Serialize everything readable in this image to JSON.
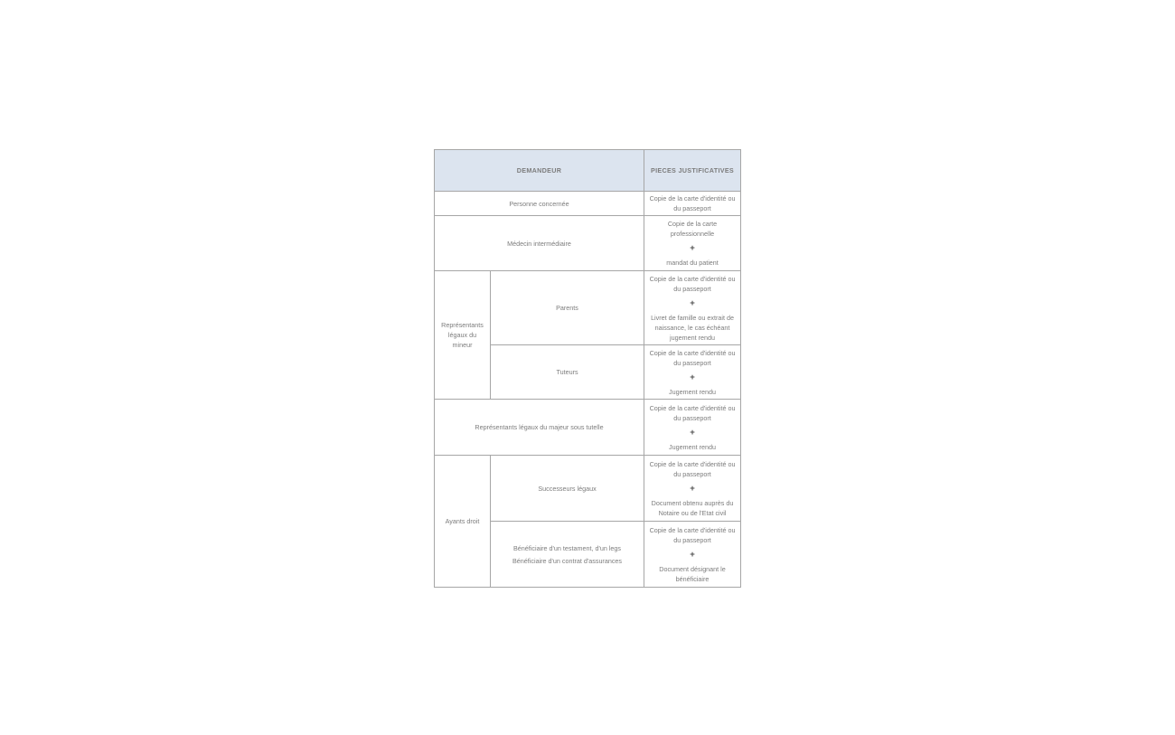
{
  "table": {
    "headers": {
      "demandeur": "DEMANDEUR",
      "pieces_justificatives": "PIECES JUSTIFICATIVES"
    },
    "colors": {
      "header_fill": "#dce4ef",
      "border": "#a6a6a6",
      "text": "#7c7c7c",
      "header_text": "#3f3f44"
    },
    "rows": [
      {
        "group": null,
        "applicant": "Personne concernée",
        "documents": [
          "Copie de la carte d'identité ou du passeport"
        ]
      },
      {
        "group": null,
        "applicant": "Médecin intermédiaire",
        "documents": [
          "Copie de la carte professionnelle",
          "+",
          "mandat du patient"
        ]
      },
      {
        "group": "Représentants légaux du mineur",
        "applicant": "Parents",
        "documents": [
          "Copie de la carte d'identité ou du passeport",
          "+",
          "Livret de famille ou extrait de naissance, le cas échéant jugement rendu"
        ]
      },
      {
        "group": "Représentants légaux du mineur",
        "applicant": "Tuteurs",
        "documents": [
          "Copie de la carte d'identité ou du passeport",
          "+",
          "Jugement rendu"
        ]
      },
      {
        "group": null,
        "applicant": "Représentants légaux du majeur sous tutelle",
        "documents": [
          "Copie de la carte d'identité ou du passeport",
          "+",
          "Jugement rendu"
        ]
      },
      {
        "group": "Ayants droit",
        "applicant": "Successeurs légaux",
        "documents": [
          "Copie de la carte d'identité ou du passeport",
          "+",
          "Document obtenu auprès du Notaire ou de l'Etat civil"
        ]
      },
      {
        "group": "Ayants droit",
        "applicant_lines": [
          "Bénéficiaire d'un testament, d'un legs",
          "Bénéficiaire d'un contrat d'assurances"
        ],
        "documents": [
          "Copie de la carte d'identité ou du passeport",
          "+",
          "Document désignant le bénéficiaire"
        ]
      }
    ],
    "groups": {
      "minor_legal_reps": "Représentants légaux du mineur",
      "beneficiaries": "Ayants droit"
    },
    "plus_symbol": "+"
  }
}
